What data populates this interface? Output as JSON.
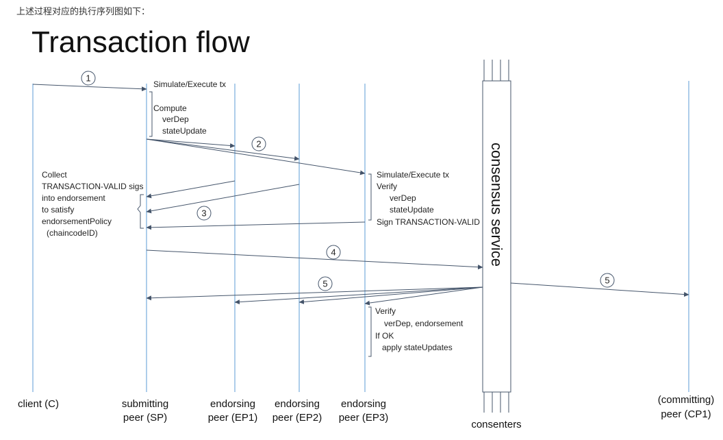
{
  "intro_text": "上述过程对应的执行序列图如下：",
  "title": "Transaction flow",
  "colors": {
    "lifeline": "#5B9BD5",
    "arrow": "#44546A",
    "text": "#111111"
  },
  "lifelines": {
    "client": [
      "client (C)"
    ],
    "sp": [
      "submitting",
      "peer (SP)"
    ],
    "ep1": [
      "endorsing",
      "peer (EP1)"
    ],
    "ep2": [
      "endorsing",
      "peer (EP2)"
    ],
    "ep3": [
      "endorsing",
      "peer (EP3)"
    ],
    "cp1": [
      "(committing)",
      "peer (CP1)"
    ]
  },
  "consensus": {
    "box_label": "consensus service",
    "bottom_label": "consenters"
  },
  "step_numbers": {
    "s1": "1",
    "s2": "2",
    "s3": "3",
    "s4": "4",
    "s5a": "5",
    "s5b": "5"
  },
  "notes": {
    "sp_compute": [
      "Simulate/Execute tx",
      "Compute",
      "verDep",
      "stateUpdate"
    ],
    "ep3_simulate": [
      "Simulate/Execute tx",
      "Verify",
      "verDep",
      "stateUpdate",
      "Sign TRANSACTION-VALID"
    ],
    "sp_collect": [
      "Collect",
      "TRANSACTION-VALID sigs",
      "into endorsement",
      "to satisfy",
      "endorsementPolicy",
      "(chaincodeID)"
    ],
    "ep3_verify": [
      "Verify",
      "verDep, endorsement",
      "If OK",
      "apply stateUpdates"
    ]
  }
}
